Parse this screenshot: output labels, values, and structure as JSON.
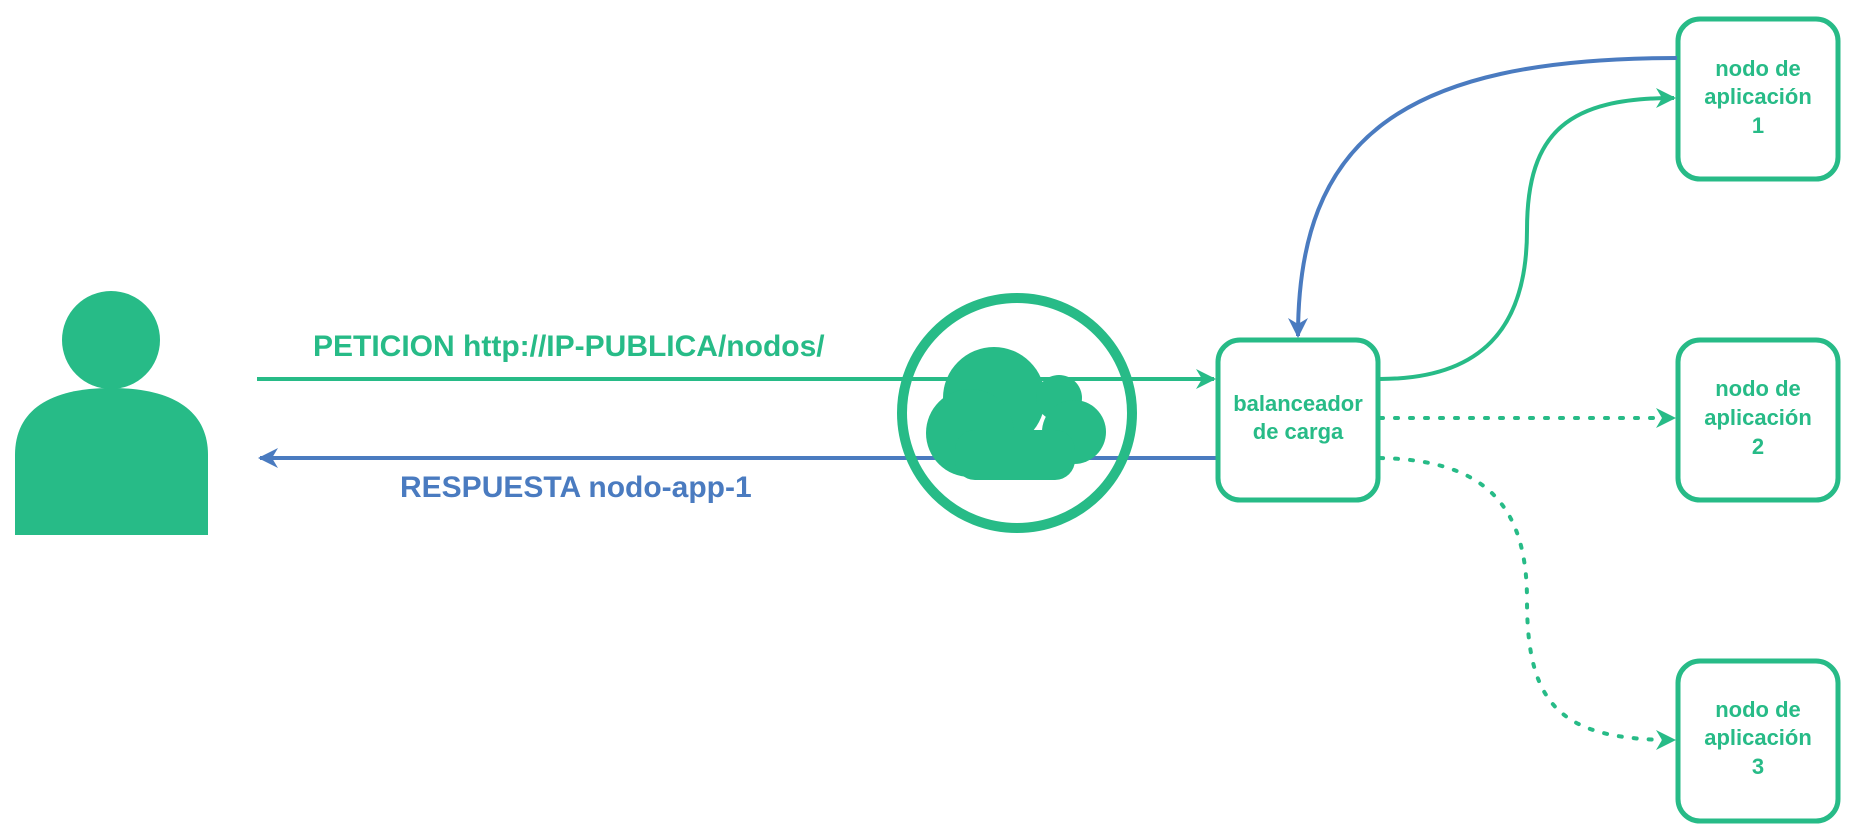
{
  "colors": {
    "primary": "#27BB87",
    "accent": "#4A7BC0",
    "background": "#ffffff"
  },
  "icons": {
    "user": "user-icon",
    "internet": "cloud-icon"
  },
  "labels": {
    "request": "PETICION http://IP-PUBLICA/nodos/",
    "response": "RESPUESTA nodo-app-1"
  },
  "balancer": {
    "line1": "balanceador",
    "line2": "de carga"
  },
  "nodes": [
    {
      "line1": "nodo de",
      "line2": "aplicación",
      "line3": "1"
    },
    {
      "line1": "nodo de",
      "line2": "aplicación",
      "line3": "2"
    },
    {
      "line1": "nodo de",
      "line2": "aplicación",
      "line3": "3"
    }
  ]
}
